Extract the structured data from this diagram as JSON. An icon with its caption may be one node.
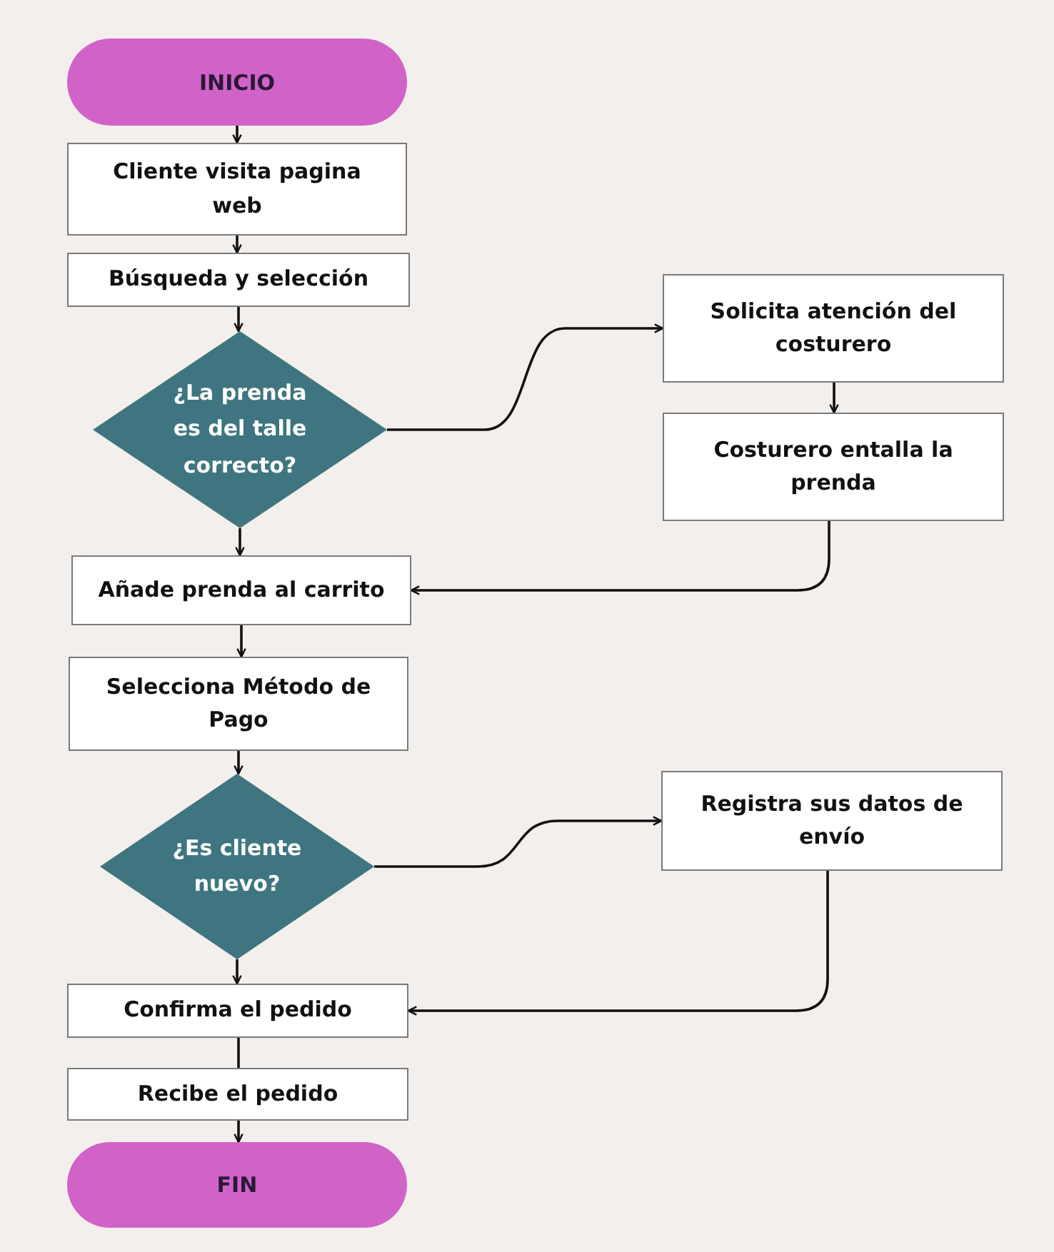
{
  "diagram": {
    "nodes": [
      {
        "text": [
          "INICIO"
        ]
      },
      {
        "text": [
          "Cliente visita pagina web"
        ]
      },
      {
        "text": [
          "Búsqueda y selección"
        ]
      },
      {
        "text": [
          "¿La prenda es del talle correcto?"
        ]
      },
      {
        "text": [
          "Añade prenda al carrito"
        ]
      },
      {
        "text": [
          "Selecciona Método de Pago"
        ]
      },
      {
        "text": [
          "¿Es cliente nuevo?"
        ]
      },
      {
        "text": [
          "Confirma el pedido"
        ]
      },
      {
        "text": [
          "Recibe el pedido"
        ]
      },
      {
        "text": [
          "FIN"
        ]
      },
      {
        "text": [
          "Solicita atención del costurero"
        ]
      },
      {
        "text": [
          "Costurero entalla la prenda"
        ]
      },
      {
        "text": [
          "Registra sus datos de envío"
        ]
      }
    ],
    "edges": [
      {
        "from": 0,
        "to": 1,
        "arrow": "to"
      },
      {
        "from": 1,
        "to": 2,
        "arrow": "to"
      },
      {
        "from": 2,
        "to": 3,
        "arrow": "to"
      },
      {
        "from": 3,
        "to": 4,
        "arrow": "to"
      },
      {
        "from": 4,
        "to": 5,
        "arrow": "to"
      },
      {
        "from": 5,
        "to": 6,
        "arrow": "to"
      },
      {
        "from": 6,
        "to": 7,
        "arrow": "to"
      },
      {
        "from": 7,
        "to": 8,
        "arrow": "none"
      },
      {
        "from": 8,
        "to": 9,
        "arrow": "to"
      },
      {
        "from": 3,
        "to": 10,
        "arrow": "to"
      },
      {
        "from": 10,
        "to": 11,
        "arrow": "to"
      },
      {
        "from": 11,
        "to": 4,
        "arrow": "to"
      },
      {
        "from": 6,
        "to": 12,
        "arrow": "to"
      },
      {
        "from": 12,
        "to": 7,
        "arrow": "to"
      }
    ]
  }
}
